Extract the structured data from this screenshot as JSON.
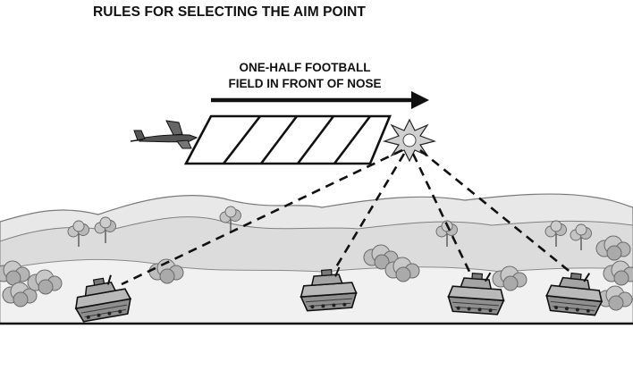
{
  "title": "RULES FOR SELECTING THE AIM POINT",
  "arrow_label": {
    "line1": "ONE-HALF FOOTBALL",
    "line2": "FIELD IN FRONT OF NOSE"
  },
  "colors": {
    "ink": "#111111",
    "hills": "#d6d6d6",
    "foliage": "#9c9c9c",
    "tank": "#8a8a8a"
  },
  "icons": [
    "aircraft-icon",
    "impact-burst-icon",
    "tank-icon",
    "tree-icon"
  ]
}
